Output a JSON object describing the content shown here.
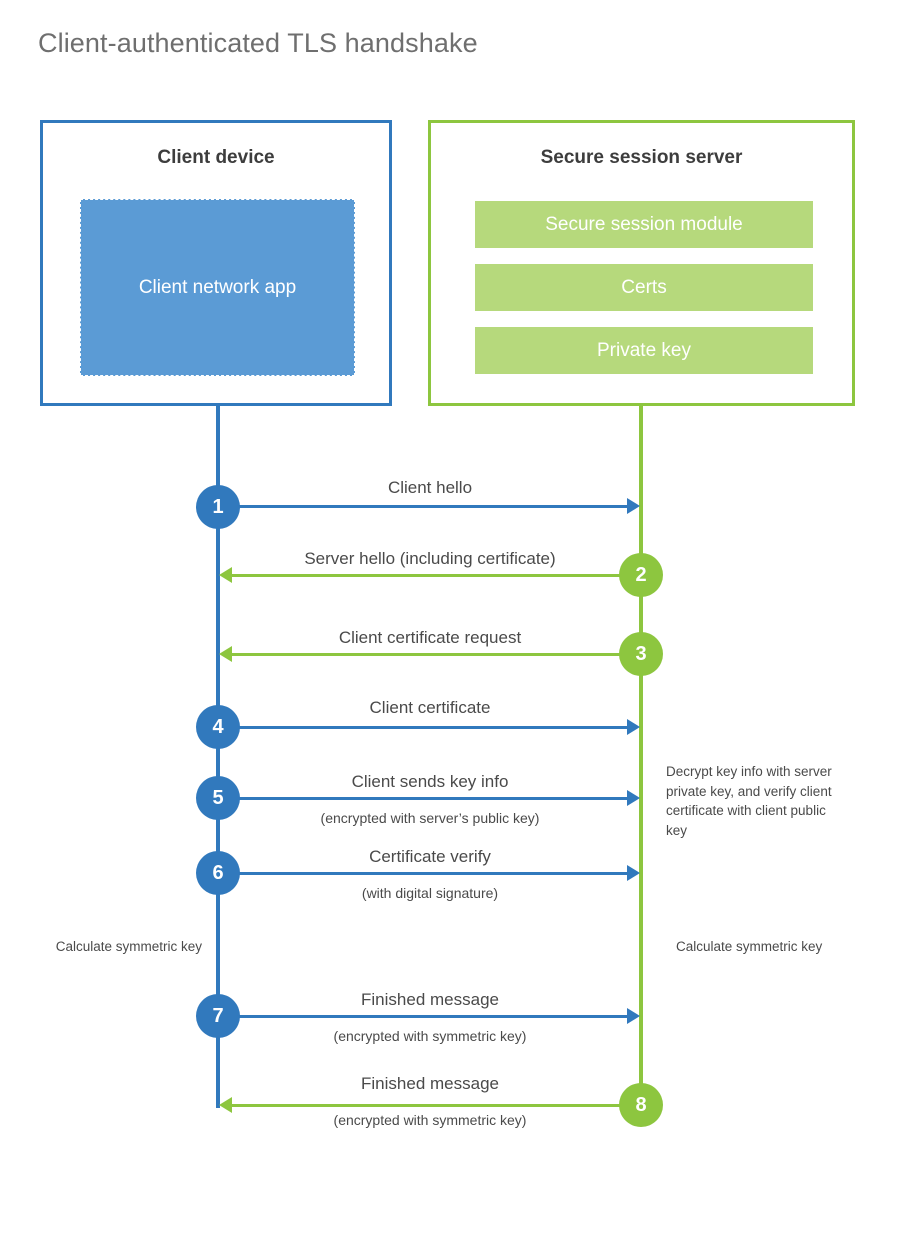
{
  "title": "Client-authenticated TLS handshake",
  "colors": {
    "client_blue": "#3179bd",
    "client_app_fill": "#5b9bd5",
    "server_green": "#8dc63f",
    "server_bar_fill": "#b6d97c",
    "title_gray": "#6f6f6f",
    "text_gray": "#4a4a4a",
    "background": "#ffffff"
  },
  "actors": {
    "client": {
      "title": "Client device",
      "app_label": "Client network app"
    },
    "server": {
      "title": "Secure session server",
      "bars": [
        {
          "label": "Secure session module"
        },
        {
          "label": "Certs"
        },
        {
          "label": "Private key"
        }
      ]
    }
  },
  "steps": [
    {
      "number": "1",
      "label": "Client hello",
      "sublabel": "",
      "direction": "client-to-server",
      "color": "blue"
    },
    {
      "number": "2",
      "label": "Server hello (including certificate)",
      "sublabel": "",
      "direction": "server-to-client",
      "color": "green"
    },
    {
      "number": "3",
      "label": "Client certificate request",
      "sublabel": "",
      "direction": "server-to-client",
      "color": "green"
    },
    {
      "number": "4",
      "label": "Client certificate",
      "sublabel": "",
      "direction": "client-to-server",
      "color": "blue"
    },
    {
      "number": "5",
      "label": "Client sends key info",
      "sublabel": "(encrypted with server’s public key)",
      "direction": "client-to-server",
      "color": "blue"
    },
    {
      "number": "6",
      "label": "Certificate verify",
      "sublabel": "(with digital signature)",
      "direction": "client-to-server",
      "color": "blue"
    },
    {
      "number": "7",
      "label": "Finished message",
      "sublabel": "(encrypted with symmetric key)",
      "direction": "client-to-server",
      "color": "blue"
    },
    {
      "number": "8",
      "label": "Finished message",
      "sublabel": "(encrypted with symmetric key)",
      "direction": "server-to-client",
      "color": "green"
    }
  ],
  "notes": {
    "server_decrypt": "Decrypt key info with server private key, and verify client certificate with client public key",
    "client_calculate": "Calculate symmetric key",
    "server_calculate": "Calculate symmetric key"
  }
}
